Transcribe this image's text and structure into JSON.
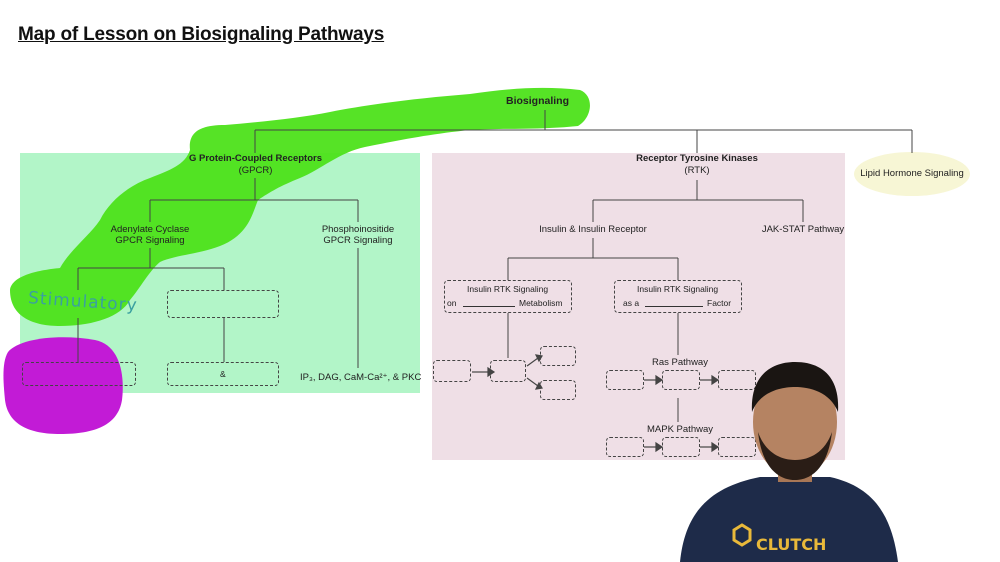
{
  "title": "Map of Lesson on Biosignaling Pathways",
  "root": "Biosignaling",
  "gpcr": {
    "title": "G Protein-Coupled Receptors",
    "abbr": "(GPCR)"
  },
  "adenylate": {
    "line1": "Adenylate Cyclase",
    "line2": "GPCR Signaling"
  },
  "phospho": {
    "line1": "Phosphoinositide",
    "line2": "GPCR Signaling",
    "products": "IP₃, DAG, CaM-Ca²⁺, & PKC"
  },
  "handwriting": "Stimulatory",
  "blank_ampersand": "&",
  "rtk": {
    "title": "Receptor Tyrosine Kinases",
    "abbr": "(RTK)"
  },
  "insulin": {
    "label": "Insulin & Insulin Receptor"
  },
  "jak": "JAK-STAT Pathway",
  "lipid": "Lipid Hormone Signaling",
  "insulin_box1": {
    "line1": "Insulin RTK Signaling",
    "prefix": "on",
    "suffix": "Metabolism"
  },
  "insulin_box2": {
    "line1": "Insulin RTK Signaling",
    "prefix": "as a",
    "suffix": "Factor"
  },
  "ras": "Ras Pathway",
  "mapk": "MAPK Pathway",
  "presenter": {
    "shirt_text": "CLUTCH"
  },
  "colors": {
    "gpcr_bg": "#b2f5c8",
    "rtk_bg": "#efdfe6",
    "lipid_bg": "#f7f6d5",
    "highlight_green": "#4de21a",
    "highlight_purple": "#c21bd6"
  }
}
